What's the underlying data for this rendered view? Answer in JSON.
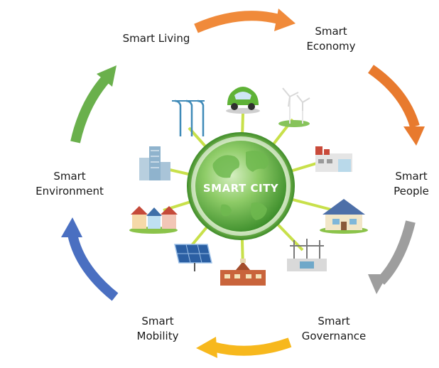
{
  "center": {
    "label": "SMART CITY"
  },
  "cycle": [
    {
      "id": "living",
      "line1": "Smart Living",
      "line2": "",
      "arrow_color": "#f08a3a"
    },
    {
      "id": "economy",
      "line1": "Smart",
      "line2": "Economy",
      "arrow_color": "#e87a2e"
    },
    {
      "id": "people",
      "line1": "Smart",
      "line2": "People",
      "arrow_color": "#9e9e9e"
    },
    {
      "id": "governance",
      "line1": "Smart",
      "line2": "Governance",
      "arrow_color": "#f7b81d"
    },
    {
      "id": "mobility",
      "line1": "Smart",
      "line2": "Mobility",
      "arrow_color": "#4a6fc1"
    },
    {
      "id": "environment",
      "line1": "Smart",
      "line2": "Environment",
      "arrow_color": "#6ab04c"
    }
  ],
  "colors": {
    "globe_green": "#5bb044",
    "globe_light": "#a8d88a",
    "spoke_green": "#c8e04a",
    "ring_green": "#4c9e35"
  },
  "icons": [
    "electric-car-icon",
    "wind-turbine-icon",
    "factory-icon",
    "house-icon",
    "power-substation-icon",
    "school-building-icon",
    "solar-panel-icon",
    "townhouses-icon",
    "office-buildings-icon",
    "power-pylon-icon"
  ]
}
